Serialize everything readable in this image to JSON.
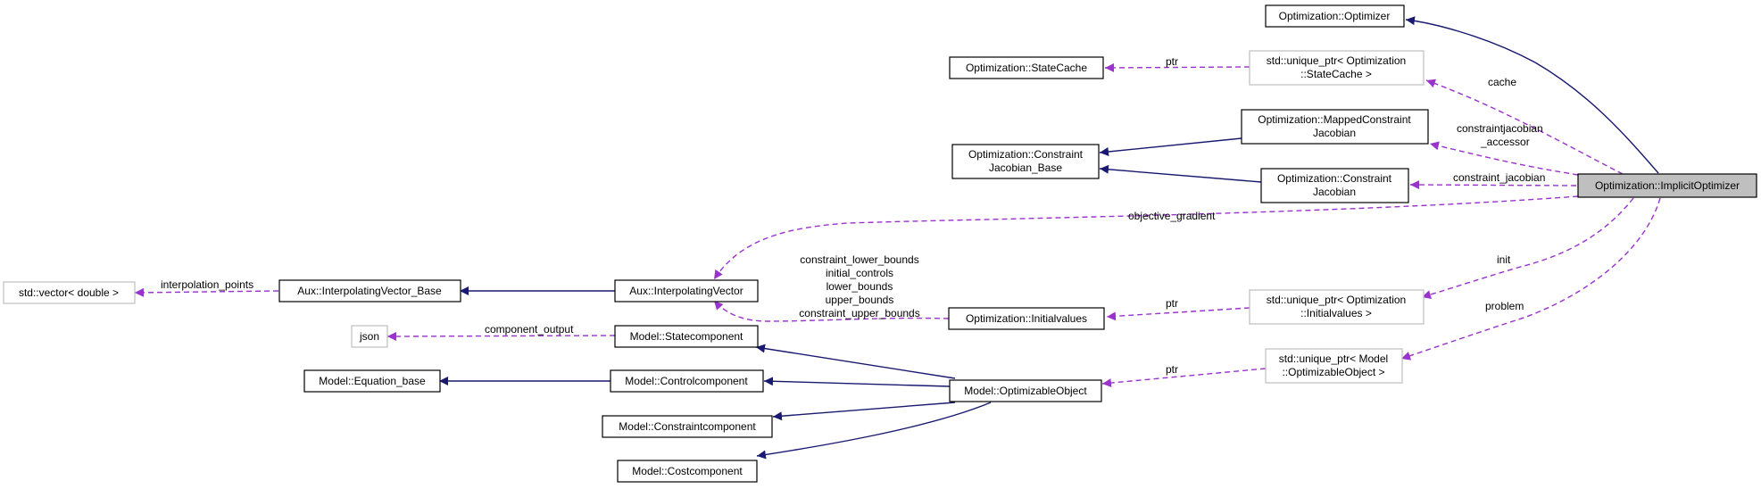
{
  "nodes": {
    "optimizer": "Optimization::Optimizer",
    "statecache": "Optimization::StateCache",
    "unique_ptr_statecache": [
      "std::unique_ptr< Optimization",
      "::StateCache >"
    ],
    "mapped_constraint_jacobian": [
      "Optimization::MappedConstraint",
      "Jacobian"
    ],
    "constraint_jacobian_base": [
      "Optimization::Constraint",
      "Jacobian_Base"
    ],
    "constraint_jacobian": [
      "Optimization::Constraint",
      "Jacobian"
    ],
    "implicit_optimizer": "Optimization::ImplicitOptimizer",
    "std_vector_double": "std::vector< double >",
    "interpolating_vector_base": "Aux::InterpolatingVector_Base",
    "interpolating_vector": "Aux::InterpolatingVector",
    "initialvalues": "Optimization::Initialvalues",
    "unique_ptr_initialvalues": [
      "std::unique_ptr< Optimization",
      "::Initialvalues >"
    ],
    "json": "json",
    "statecomponent": "Model::Statecomponent",
    "equation_base": "Model::Equation_base",
    "controlcomponent": "Model::Controlcomponent",
    "optimizable_object": "Model::OptimizableObject",
    "unique_ptr_optimizable_object": [
      "std::unique_ptr< Model",
      "::OptimizableObject >"
    ],
    "constraintcomponent": "Model::Constraintcomponent",
    "costcomponent": "Model::Costcomponent"
  },
  "edge_labels": {
    "ptr_statecache": "ptr",
    "cache": "cache",
    "constraintjacobian_accessor": [
      "constraintjacobian",
      "_accessor"
    ],
    "constraint_jacobian": "constraint_jacobian",
    "objective_gradient": "objective_gradient",
    "interpolation_points": "interpolation_points",
    "initialvalues_members": [
      "constraint_lower_bounds",
      "initial_controls",
      "lower_bounds",
      "upper_bounds",
      "constraint_upper_bounds"
    ],
    "init": "init",
    "ptr_initialvalues": "ptr",
    "problem": "problem",
    "component_output": "component_output",
    "ptr_optimizable_object": "ptr"
  },
  "colors": {
    "inheritance_edge": "#191970",
    "usage_edge": "#9a32cd",
    "focus_node_fill": "#bfbfbf",
    "external_node_border": "#bfbfbf"
  }
}
